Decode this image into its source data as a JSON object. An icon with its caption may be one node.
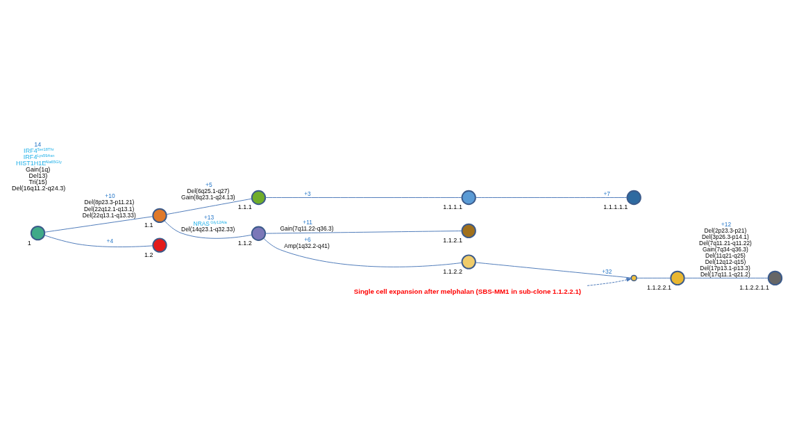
{
  "diagram": {
    "nodes": [
      {
        "text": [
          "1"
        ],
        "beside": [
          "14",
          "IRF4$^{Ser18Thr}$",
          "IRF4$^{Lys59Asn}$",
          "HIST1H1E$^{Ala65Gly}$",
          "Gain(1q)",
          "Del13)",
          "Tri(15)",
          "Del(16q11.2-q24.3)"
        ]
      },
      {
        "text": [
          "1.1"
        ]
      },
      {
        "text": [
          "1.2"
        ]
      },
      {
        "text": [
          "1.1.1"
        ]
      },
      {
        "text": [
          "1.1.1.1"
        ]
      },
      {
        "text": [
          "1.1.1.1.1"
        ]
      },
      {
        "text": [
          "1.1.2"
        ]
      },
      {
        "text": [
          "1.1.2.1"
        ]
      },
      {
        "text": [
          "1.1.2.2"
        ]
      },
      {
        "text": [],
        "shape": "circle"
      },
      {
        "text": [
          "1.1.2.2.1"
        ]
      },
      {
        "text": [
          "1.1.2.2.1.1"
        ]
      },
      {
        "text": [
          "Single cell expansion after melphalan (SBS-MM1 in sub-clone 1.1.2.2.1)"
        ]
      }
    ],
    "edges": [
      {
        "from": 0,
        "to": 1,
        "arrow": "none",
        "label": [
          "+10",
          "Del(8p23.3-p11.21)",
          "Del(22q12.1-q13.1)",
          "Del(22q13.1-q13.33)"
        ]
      },
      {
        "from": 0,
        "to": 2,
        "arrow": "none",
        "label": [
          "+4"
        ]
      },
      {
        "from": 1,
        "to": 3,
        "arrow": "none",
        "label": [
          "+5",
          "Del(6q25.1-q27)",
          "Gain(8q23.1-q24.13)"
        ]
      },
      {
        "from": 3,
        "to": 4,
        "arrow": "none",
        "label": [
          "+3"
        ]
      },
      {
        "from": 4,
        "to": 5,
        "arrow": "none",
        "label": [
          "+7"
        ]
      },
      {
        "from": 1,
        "to": 6,
        "arrow": "none",
        "label": [
          "+13",
          "NRAS$^{Gly12Ala}$",
          "Del(14q23.1-q32.33)"
        ]
      },
      {
        "from": 6,
        "to": 7,
        "arrow": "none",
        "label": [
          "+11",
          "Gain(7q11.22-q36.3)"
        ]
      },
      {
        "from": 6,
        "to": 8,
        "arrow": "none",
        "label": [
          "+6",
          "Amp(1q32.2-q41)"
        ]
      },
      {
        "from": 8,
        "to": 9,
        "arrow": "none",
        "label": [
          "+32"
        ]
      },
      {
        "from": 9,
        "to": 10,
        "arrow": "none"
      },
      {
        "from": 10,
        "to": 11,
        "arrow": "none",
        "label": [
          "+12",
          "Del(2p23.3-p21)",
          "Del(3p26.3-p14.1)",
          "Del(7q11.21-q11.22)",
          "Gain(7q34-q36.3)",
          "Del(11q21-q25)",
          "Del(12q12-q15)",
          "Del(17p13.1-p13.3)",
          "Del(17q11.1-q21.2)"
        ]
      },
      {
        "from": 12,
        "to": 9,
        "arrow": "to",
        "style": "dashed"
      }
    ]
  }
}
